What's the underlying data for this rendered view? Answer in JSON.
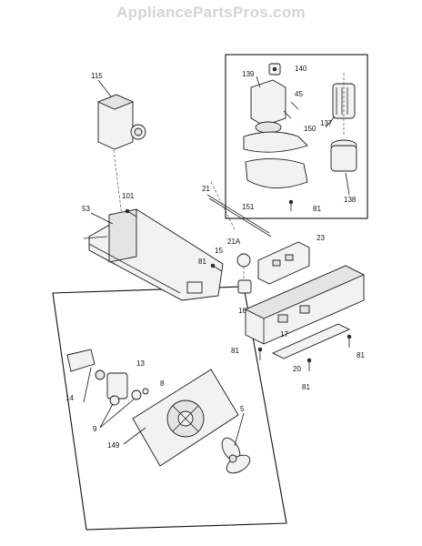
{
  "watermark": "AppliancePartsPros.com",
  "callouts": {
    "c115": "115",
    "c101": "101",
    "c53": "53",
    "c21": "21",
    "c21a": "21A",
    "c15": "15",
    "c23": "23",
    "c81a": "81",
    "c16": "16",
    "c17": "17",
    "c81b": "81",
    "c81c": "81",
    "c20": "20",
    "c81d": "81",
    "c81e": "81",
    "c139": "139",
    "c140": "140",
    "c45": "45",
    "c150": "150",
    "c137": "137",
    "c138": "138",
    "c151": "151",
    "c13": "13",
    "c14": "14",
    "c8": "8",
    "c9": "9",
    "c5": "5",
    "c149": "149"
  }
}
